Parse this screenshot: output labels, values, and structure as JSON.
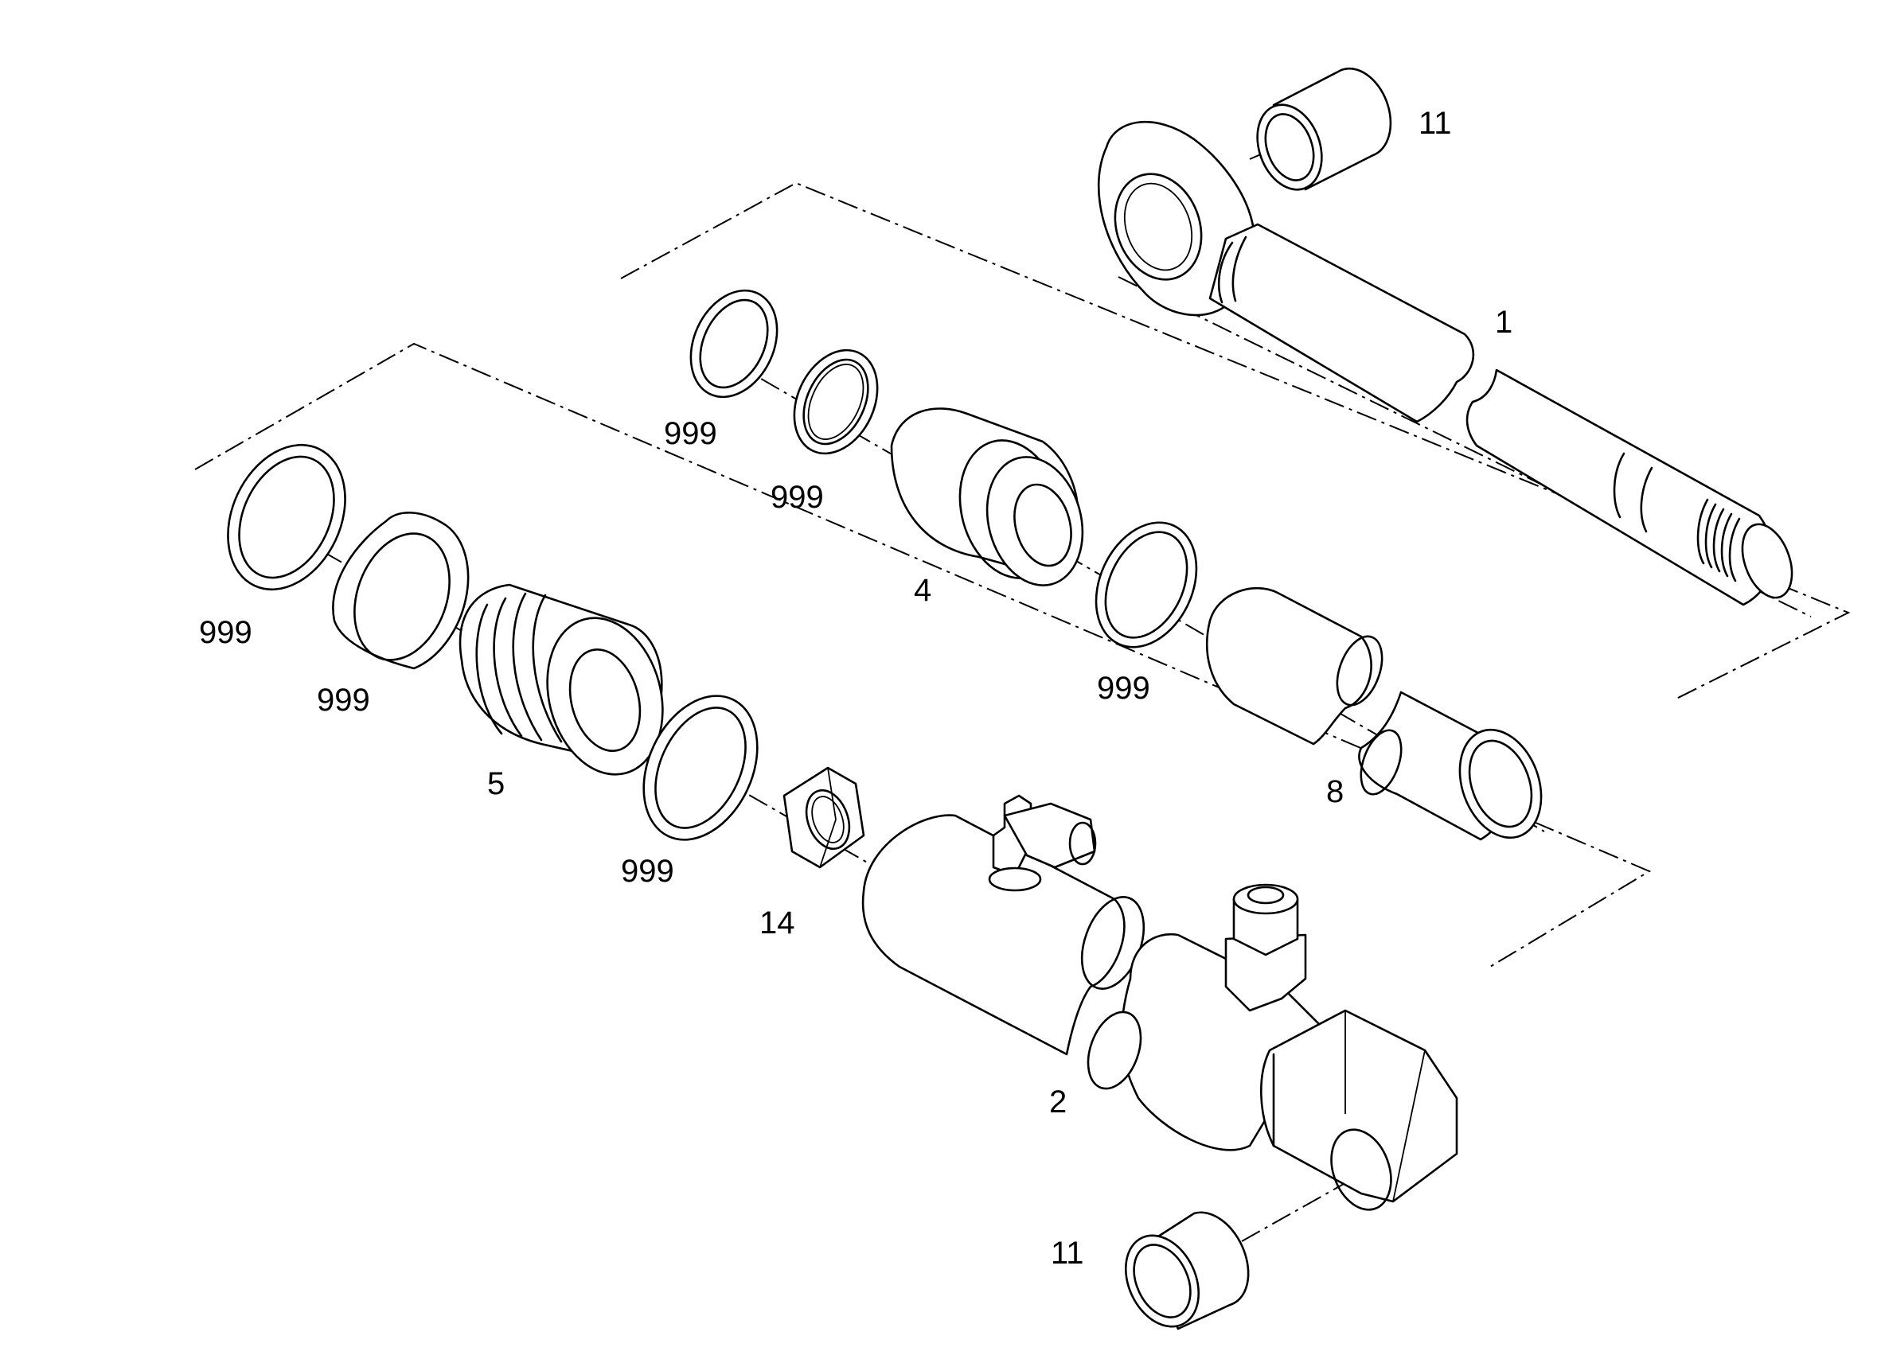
{
  "diagram": {
    "callouts": {
      "part_1": "1",
      "part_2": "2",
      "part_4": "4",
      "part_5": "5",
      "part_8": "8",
      "part_11_top": "11",
      "part_11_bottom": "11",
      "part_14": "14",
      "seal_999_a": "999",
      "seal_999_b": "999",
      "seal_999_c": "999",
      "seal_999_d": "999",
      "seal_999_e": "999",
      "seal_999_f": "999"
    }
  }
}
